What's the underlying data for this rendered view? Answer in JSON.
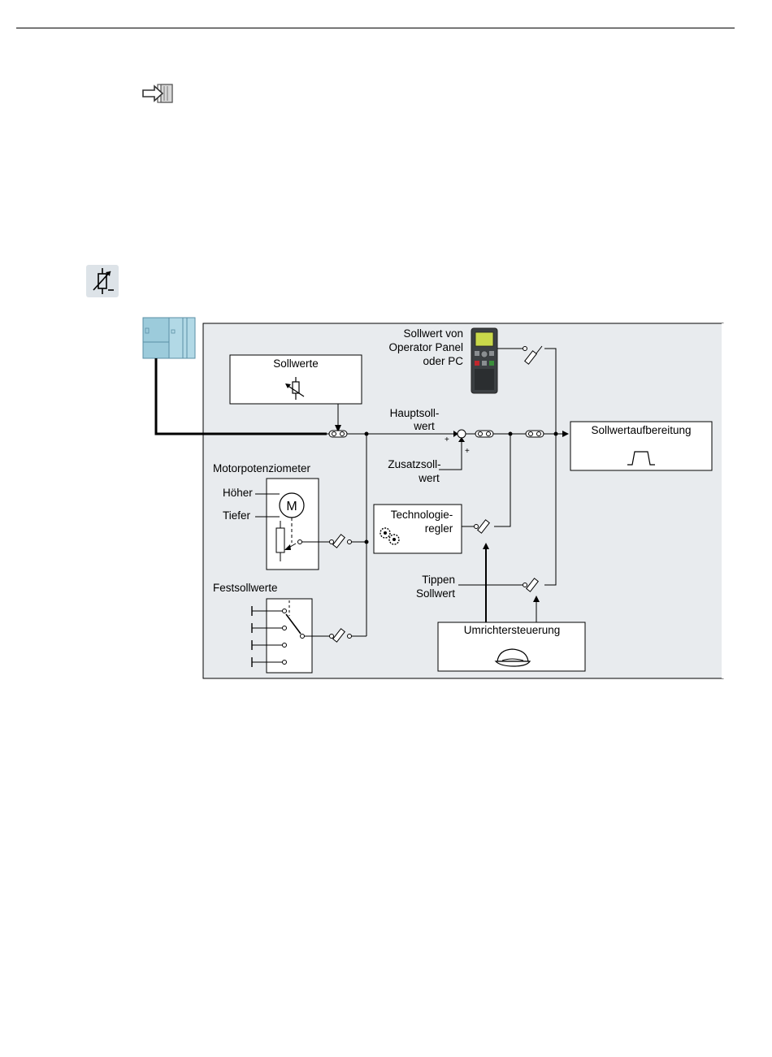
{
  "icons": {
    "reference": "book-reference-icon",
    "potentiometer": "potentiometer-icon"
  },
  "diagram": {
    "operator_panel_lines": [
      "Sollwert von",
      "Operator Panel",
      "oder PC"
    ],
    "sollwerte": "Sollwerte",
    "hauptsollwert_lines": [
      "Hauptsoll-",
      "wert"
    ],
    "zusatzsollwert_lines": [
      "Zusatzsoll-",
      "wert"
    ],
    "plus_main": "+",
    "plus_add": "+",
    "sollwertaufbereitung": "Sollwertaufbereitung",
    "motorpotenziometer": "Motorpotenziometer",
    "hoeher": "Höher",
    "tiefer": "Tiefer",
    "motor_symbol": "M",
    "technologieregler_lines": [
      "Technologie-",
      "regler"
    ],
    "festsollwerte": "Festsollwerte",
    "tippen_lines": [
      "Tippen",
      "Sollwert"
    ],
    "umrichtersteuerung": "Umrichtersteuerung"
  },
  "colors": {
    "panel_bg": "#e8ebee",
    "plc_blue": "#9ccbdb",
    "plc_border": "#5a8fa6",
    "op_panel_dark": "#3c4043",
    "op_panel_screen": "#c9d84a"
  }
}
